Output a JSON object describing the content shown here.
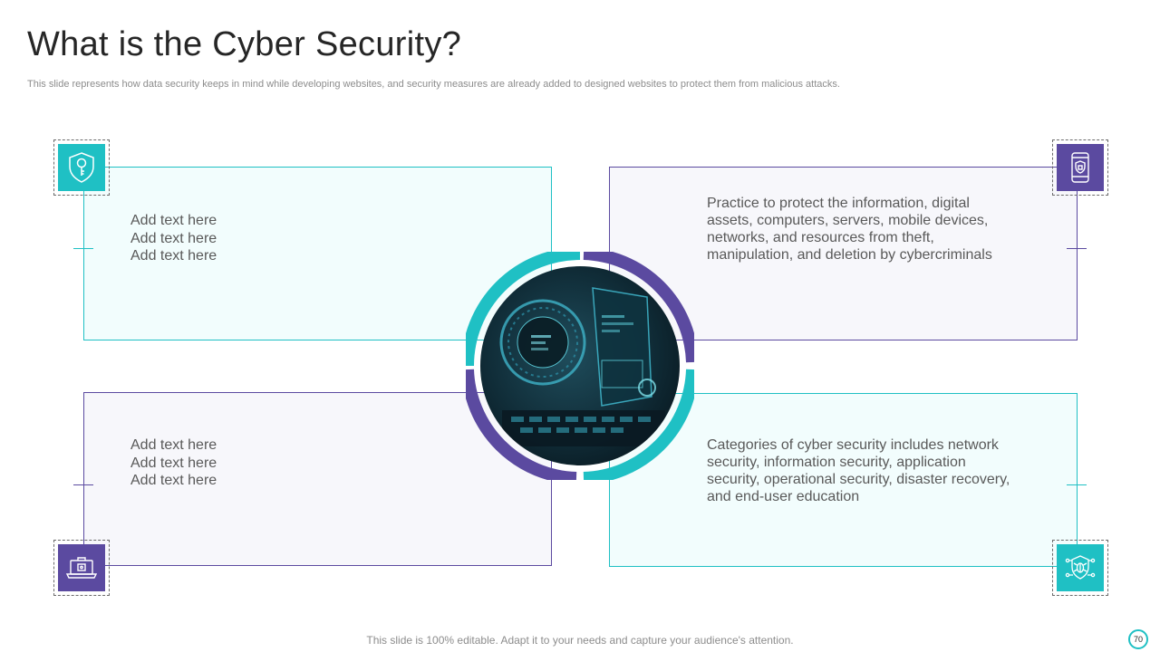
{
  "slide": {
    "title": "What is the Cyber Security?",
    "subtitle": "This slide represents how data security keeps in mind while developing websites, and security measures are already added to designed websites to protect them from malicious attacks.",
    "footer": "This slide is 100% editable. Adapt it to your needs and capture your audience's attention.",
    "page_number": "70"
  },
  "quadrants": {
    "top_left": {
      "lines": [
        "Add text here",
        "Add text here",
        "Add text here"
      ],
      "icon": "shield-key-icon"
    },
    "top_right": {
      "text": "Practice to protect the information, digital assets, computers, servers, mobile devices, networks, and resources from theft, manipulation, and  deletion by cybercriminals",
      "icon": "mobile-lock-icon"
    },
    "bottom_left": {
      "lines": [
        "Add text here",
        "Add text here",
        "Add text here"
      ],
      "icon": "laptop-lock-icon"
    },
    "bottom_right": {
      "text": "Categories of cyber security includes network security, information security, application security, operational security, disaster recovery, and end-user education",
      "icon": "bug-network-icon"
    }
  },
  "colors": {
    "teal": "#1fc0c4",
    "purple": "#5b4aa0",
    "title": "#262626",
    "body": "#595959"
  }
}
